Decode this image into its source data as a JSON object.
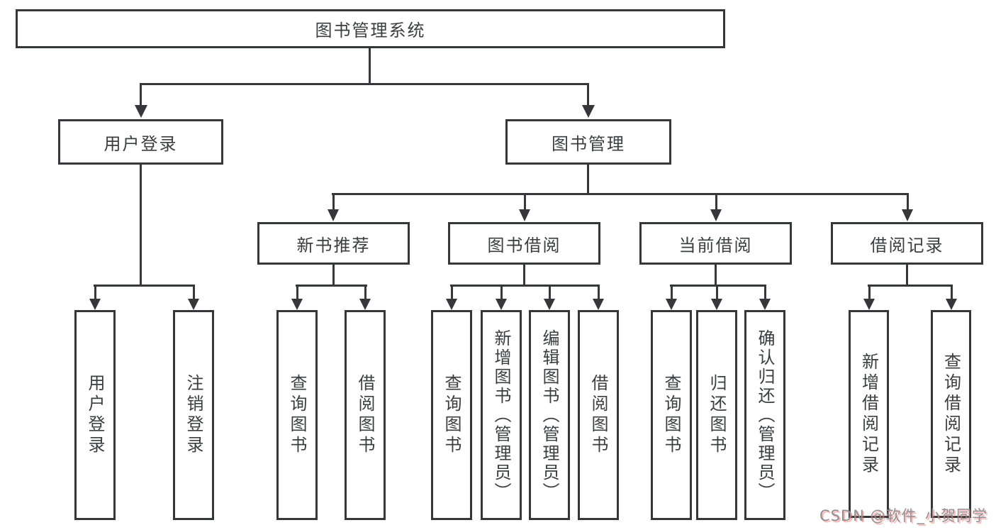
{
  "diagram": {
    "title": "图书管理系统",
    "level2": [
      {
        "label": "用户登录"
      },
      {
        "label": "图书管理"
      }
    ],
    "level3": [
      {
        "label": "新书推荐"
      },
      {
        "label": "图书借阅"
      },
      {
        "label": "当前借阅"
      },
      {
        "label": "借阅记录"
      }
    ],
    "leaves": {
      "user_login_group": [
        "用户登录",
        "注销登录"
      ],
      "new_book_group": [
        "查询图书",
        "借阅图书"
      ],
      "borrow_group": [
        "查询图书",
        "新增图书（管理员）",
        "编辑图书（管理员）",
        "借阅图书"
      ],
      "current_group": [
        "查询图书",
        "归还图书",
        "确认归还（管理员）"
      ],
      "records_group": [
        "新增借阅记录",
        "查询借阅记录"
      ]
    }
  },
  "watermark": {
    "text": "CSDN @软件_小贺同学"
  },
  "colors": {
    "line": "#35373a",
    "text": "#3b3d40",
    "background": "#ffffff",
    "watermark": "#8f9093",
    "watermark_shadow": "#e95048"
  }
}
